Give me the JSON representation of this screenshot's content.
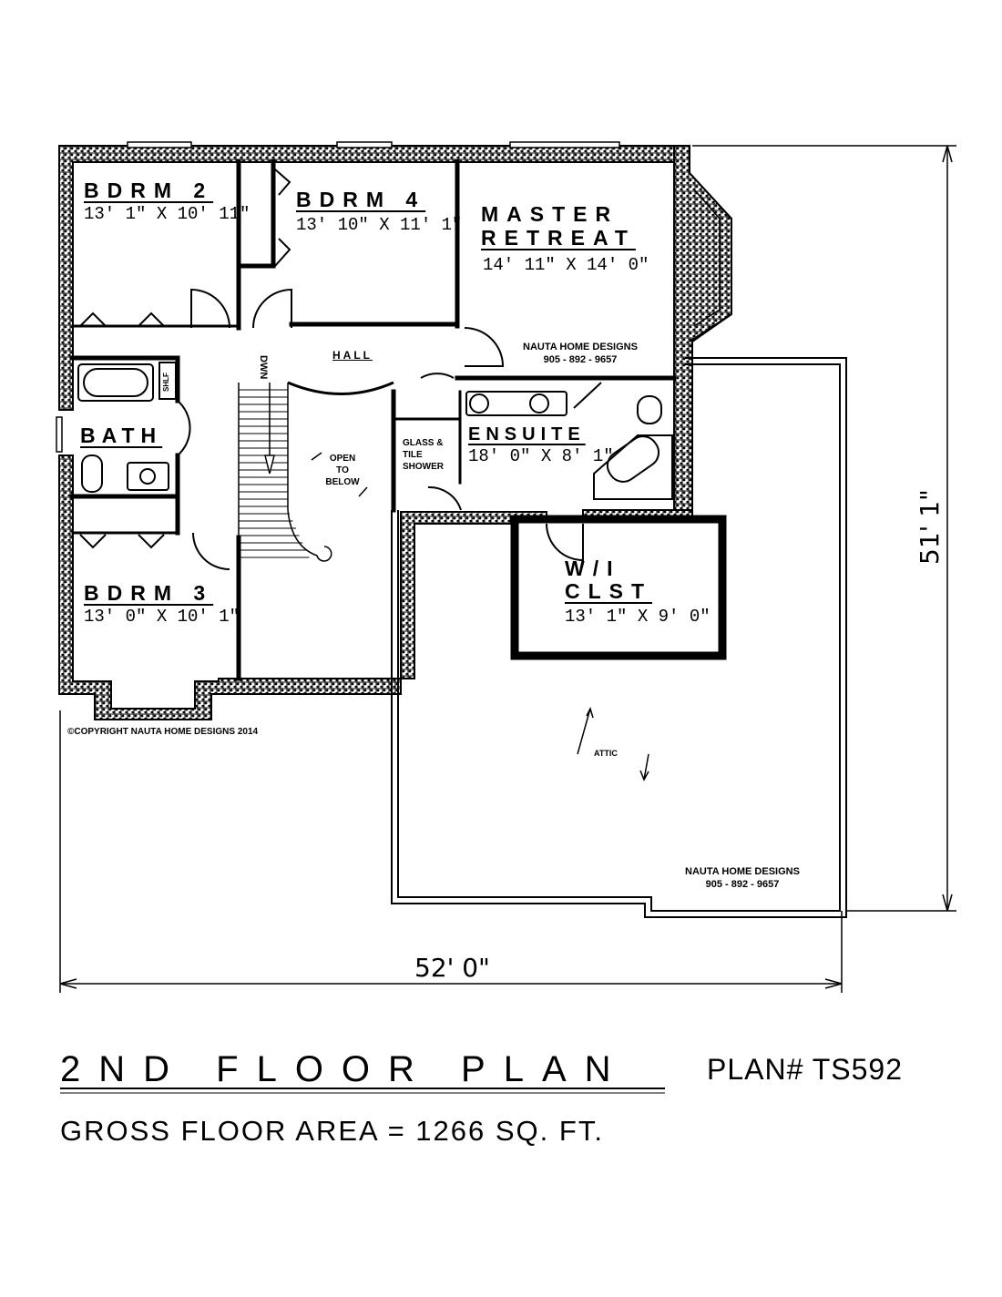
{
  "rooms": {
    "bdrm2": {
      "name": "BDRM 2",
      "dim": "13' 1\" X 10' 11\""
    },
    "bdrm4": {
      "name": "BDRM 4",
      "dim": "13' 10\" X 11' 1\""
    },
    "master": {
      "name_line1": "MASTER",
      "name_line2": "RETREAT",
      "dim": "14' 11\" X 14' 0\""
    },
    "bath": {
      "name": "BATH"
    },
    "shlf": "SHLF",
    "hall": "HALL",
    "dwn": "DWN",
    "open_below": {
      "line1": "OPEN",
      "line2": "TO",
      "line3": "BELOW"
    },
    "shower": {
      "line1": "GLASS &",
      "line2": "TILE",
      "line3": "SHOWER"
    },
    "ensuite": {
      "name": "ENSUITE",
      "dim": "18' 0\" X 8' 1\""
    },
    "wic": {
      "name_line1": "W/I",
      "name_line2": "CLST",
      "dim": "13' 1\" X 9' 0\""
    },
    "bdrm3": {
      "name": "BDRM 3",
      "dim": "13' 0\" X 10' 1\""
    },
    "attic": "ATTIC"
  },
  "designer_stamp_1": {
    "name": "NAUTA HOME DESIGNS",
    "phone": "905 - 892 - 9657"
  },
  "designer_stamp_2": {
    "name": "NAUTA HOME DESIGNS",
    "phone": "905 - 892 - 9657"
  },
  "copyright": "©COPYRIGHT NAUTA HOME DESIGNS 2014",
  "dimensions": {
    "width": "52' 0\"",
    "depth": "51' 1\""
  },
  "title": "2ND FLOOR PLAN",
  "plan_number": "PLAN# TS592",
  "gross_area": "GROSS FLOOR AREA = 1266 SQ. FT.",
  "colors": {
    "ink": "#000000",
    "paper": "#ffffff"
  }
}
